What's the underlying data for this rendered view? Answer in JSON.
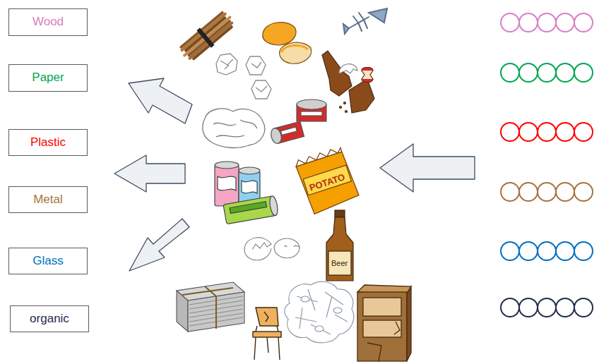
{
  "diagram": {
    "nodes": [
      {
        "text": [
          "Wood"
        ]
      },
      {
        "text": [
          "Paper"
        ]
      },
      {
        "text": [
          "Plastic"
        ]
      },
      {
        "text": [
          "Metal"
        ]
      },
      {
        "text": [
          "Glass"
        ]
      },
      {
        "text": [
          "organic"
        ]
      }
    ],
    "labels": [
      "POTATO",
      "Beer"
    ]
  }
}
